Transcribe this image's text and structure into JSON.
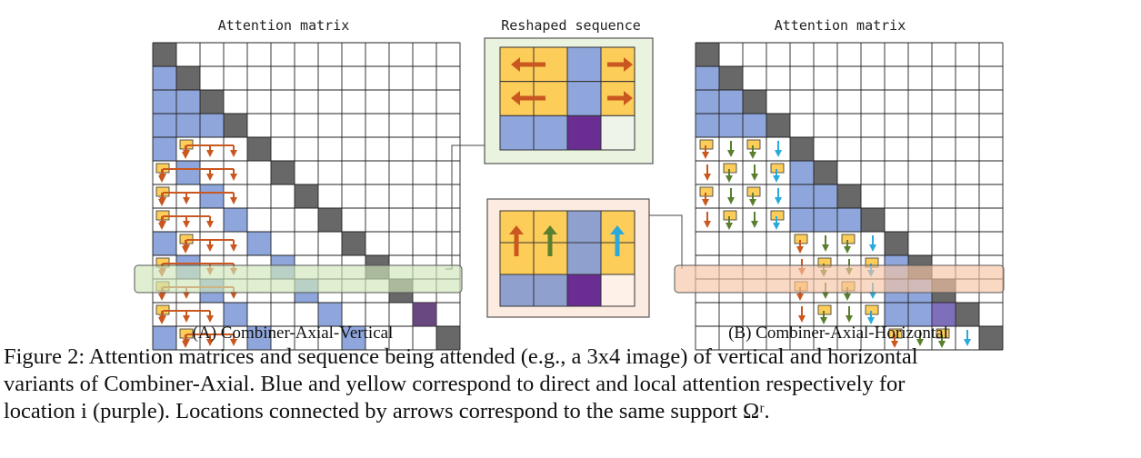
{
  "panel_a": {
    "title": "Attention matrix",
    "sublabel": "(A) Combiner-Axial-Vertical"
  },
  "panel_b": {
    "title": "Attention matrix",
    "sublabel": "(B) Combiner-Axial-Horizontal"
  },
  "reshaped": {
    "title": "Reshaped sequence"
  },
  "caption": {
    "line1": "Figure 2: Attention matrices and sequence being attended (e.g., a 3x4 image) of vertical and horizontal",
    "line2": "variants of Combiner-Axial. Blue and yellow correspond to direct and local attention respectively for",
    "line3": "location i (purple). Locations connected by arrows correspond to the same support Ωʳ."
  },
  "colors": {
    "diagonal": "#686868",
    "direct": "#8ea6dc",
    "local": "#fdcd5a",
    "query": "#6a2d91",
    "orange_arrow": "#c9571f",
    "green_arrow": "#5a7f2e",
    "cyan_arrow": "#29a9dc",
    "vertical_highlight": "#cfe6b8",
    "horizontal_highlight": "#f7c4a4"
  }
}
